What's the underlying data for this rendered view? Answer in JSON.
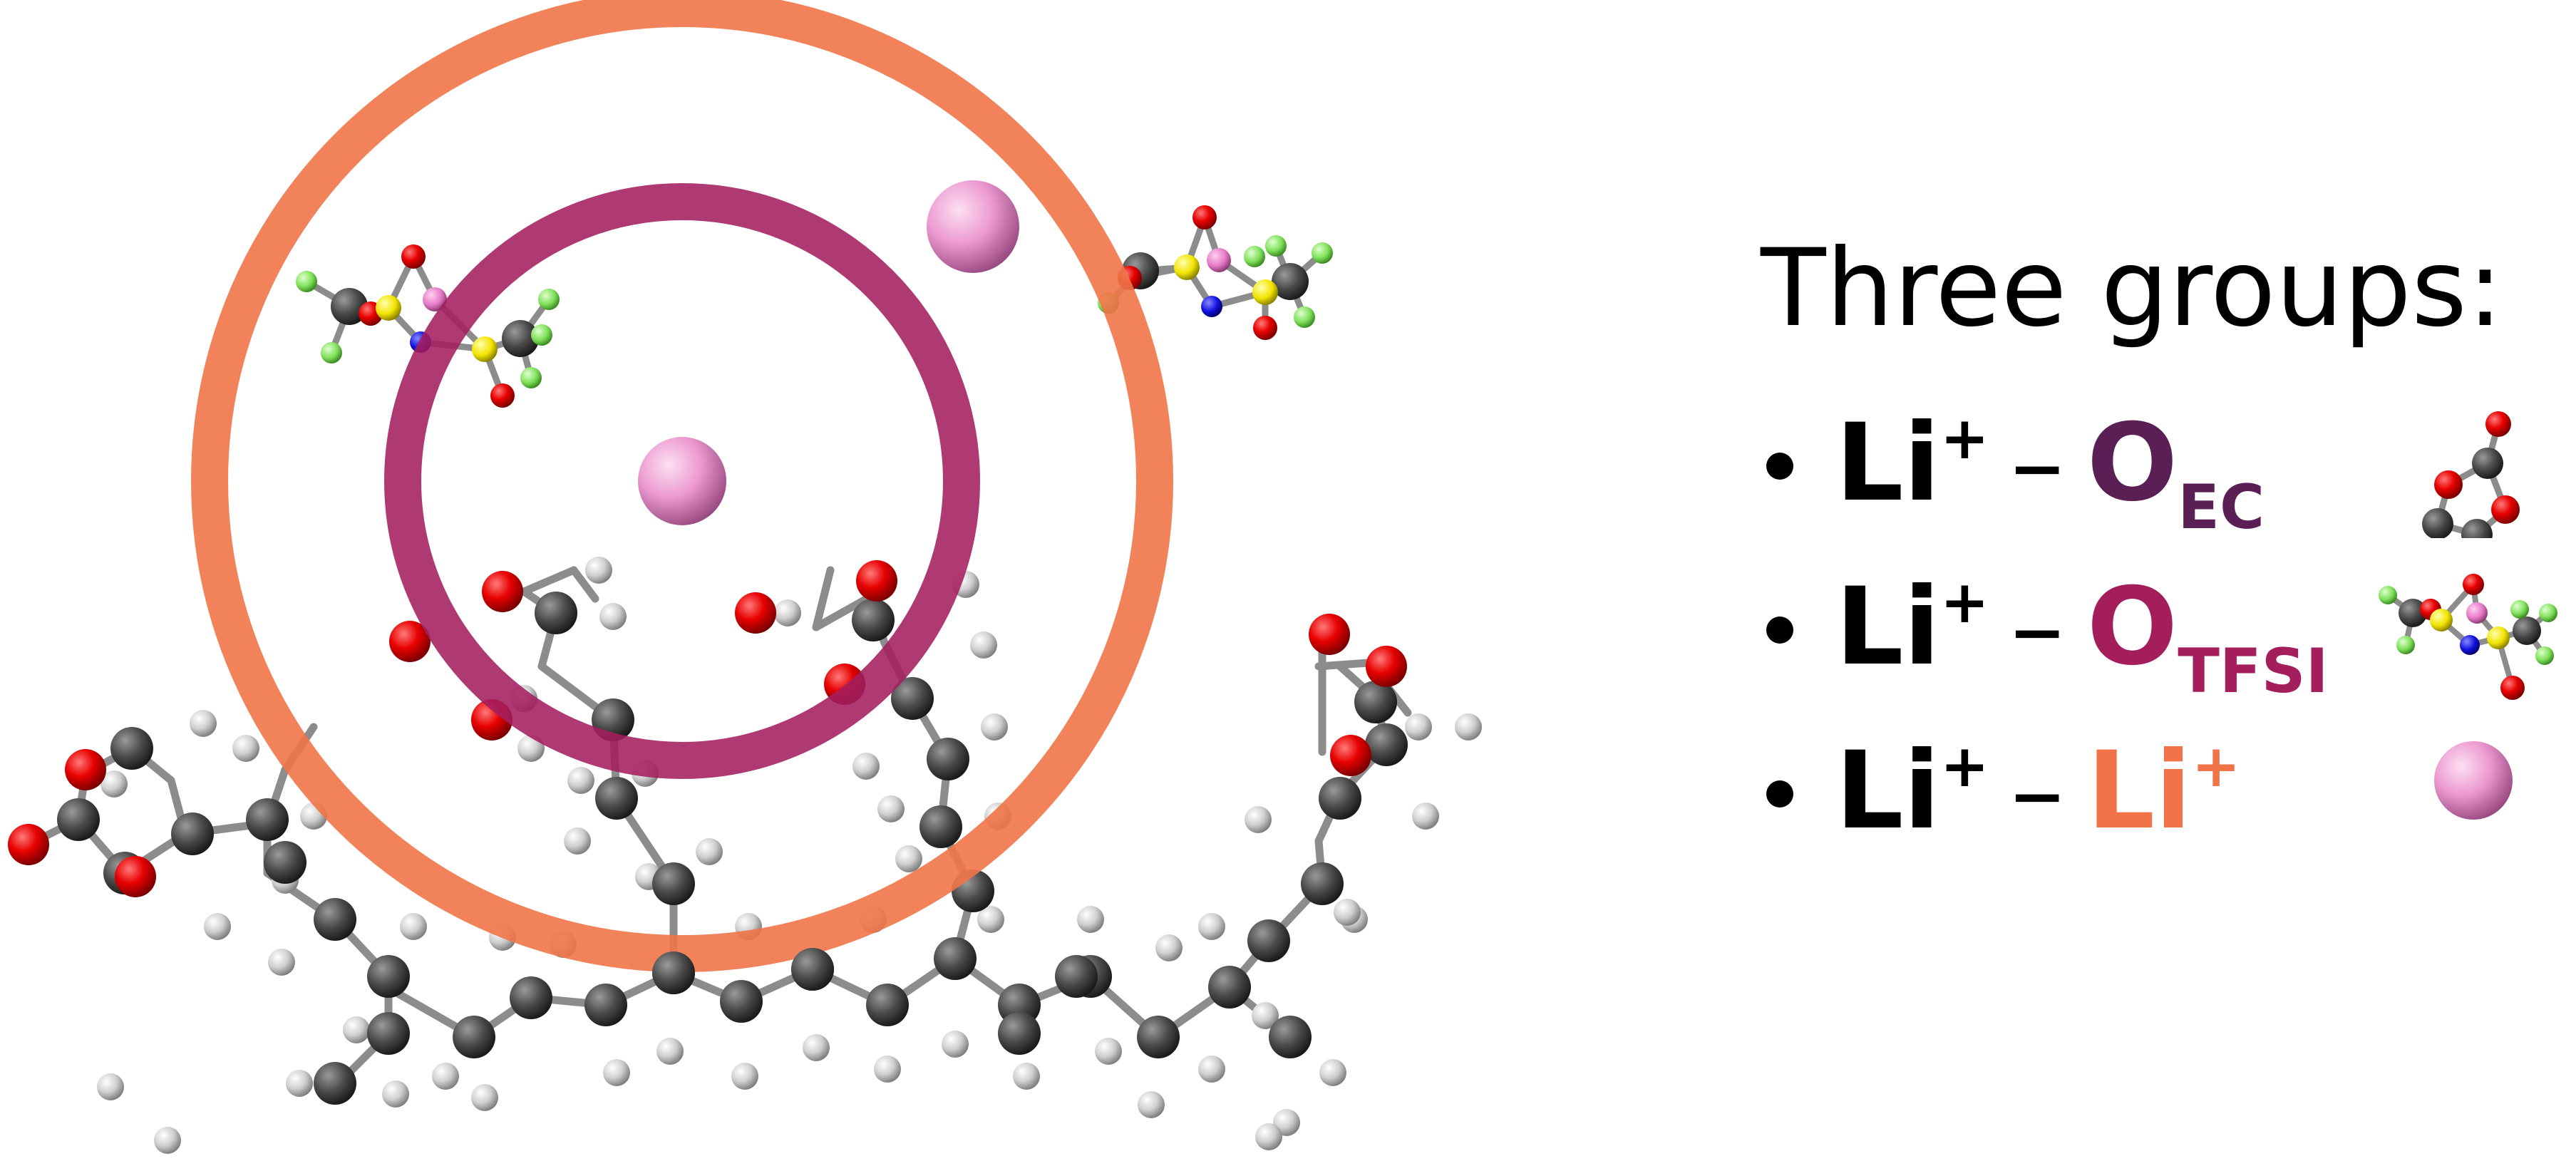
{
  "legend": {
    "title": "Three groups:",
    "rows": [
      {
        "ion": "Li",
        "ion_charge": "+",
        "dash": "–",
        "target": "O",
        "target_sub": "EC",
        "target_color": "#5a1f55"
      },
      {
        "ion": "Li",
        "ion_charge": "+",
        "dash": "–",
        "target": "O",
        "target_sub": "TFSI",
        "target_color": "#a41e5e"
      },
      {
        "ion": "Li",
        "ion_charge": "+",
        "dash": "–",
        "target": "Li",
        "target_sup": "+",
        "target_color": "#f07448"
      }
    ]
  },
  "colors": {
    "shell_li_li": "#f07448",
    "shell_li_otfsi": "#a41e5e",
    "carbon": "#4a4a4a",
    "hydrogen": "#d0d0d0",
    "oxygen": "#e80000",
    "lithium": "#ec9ad0",
    "fluorine": "#7fe05a",
    "sulfur": "#f2e400",
    "nitrogen": "#1010e0"
  }
}
